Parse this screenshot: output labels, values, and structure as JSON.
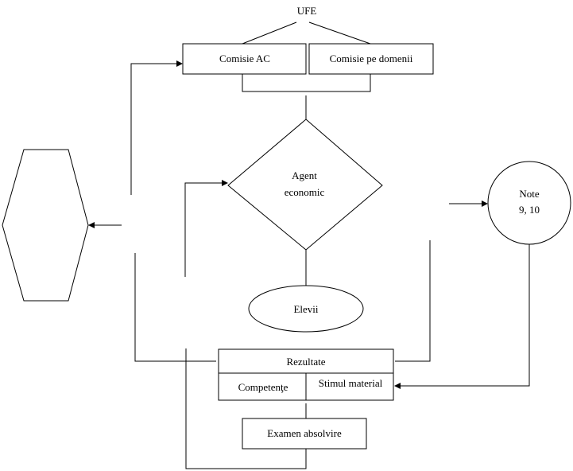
{
  "diagram": {
    "top_label": "UFE",
    "box_comisie_ac": "Comisie AC",
    "box_comisie_domenii": "Comisie pe domenii",
    "diamond_line1": "Agent",
    "diamond_line2": "economic",
    "circle_line1": "Note",
    "circle_line2": "9, 10",
    "ellipse_elevii": "Elevii",
    "box_rezultate": "Rezultate",
    "box_competente": "Competenţe",
    "box_stimul": "Stimul material",
    "box_examen": "Examen absolvire"
  }
}
